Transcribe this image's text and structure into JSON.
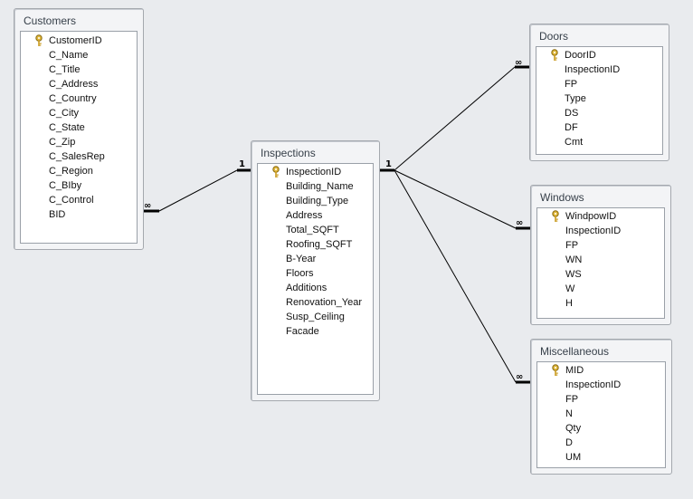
{
  "tables": {
    "customers": {
      "title": "Customers",
      "fields": [
        "CustomerID",
        "C_Name",
        "C_Title",
        "C_Address",
        "C_Country",
        "C_City",
        "C_State",
        "C_Zip",
        "C_SalesRep",
        "C_Region",
        "C_BIby",
        "C_Control",
        "BID"
      ]
    },
    "inspections": {
      "title": "Inspections",
      "fields": [
        "InspectionID",
        "Building_Name",
        "Building_Type",
        "Address",
        "Total_SQFT",
        "Roofing_SQFT",
        "B-Year",
        "Floors",
        "Additions",
        "Renovation_Year",
        "Susp_Ceiling",
        "Facade"
      ]
    },
    "doors": {
      "title": "Doors",
      "fields": [
        "DoorID",
        "InspectionID",
        "FP",
        "Type",
        "DS",
        "DF",
        "Cmt"
      ]
    },
    "windows": {
      "title": "Windows",
      "fields": [
        "WindpowID",
        "InspectionID",
        "FP",
        "WN",
        "WS",
        "W",
        "H"
      ]
    },
    "misc": {
      "title": "Miscellaneous",
      "fields": [
        "MID",
        "InspectionID",
        "FP",
        "N",
        "Qty",
        "D",
        "UM"
      ]
    }
  },
  "relationships": {
    "one_symbol": "1",
    "many_symbol": "∞"
  },
  "colors": {
    "canvas": "#e9ebee",
    "window": "#f3f4f6",
    "key": "#d9b23a"
  },
  "icons": {
    "primary_key": "key-icon"
  }
}
